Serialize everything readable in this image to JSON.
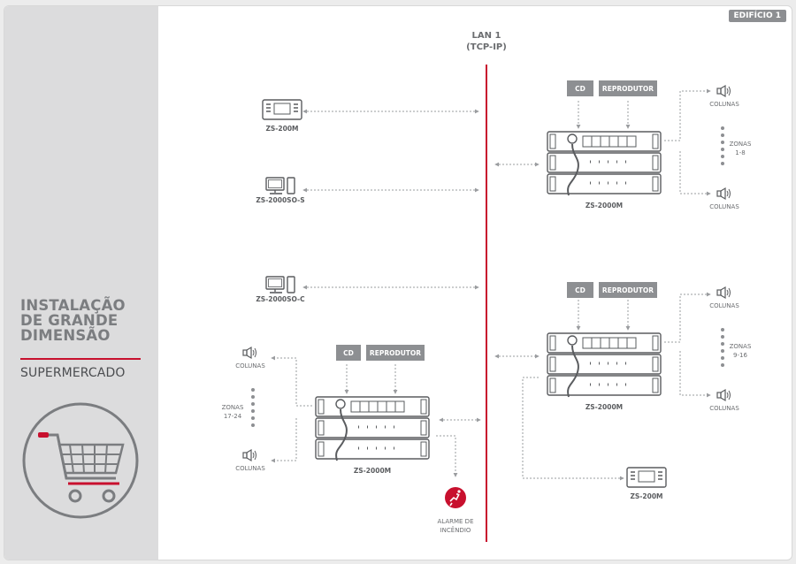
{
  "side": {
    "title_lines": [
      "INSTALAÇÃO",
      "DE GRANDE",
      "DIMENSÃO"
    ],
    "subtitle": "SUPERMERCADO"
  },
  "badge": "EDIFÍCIO 1",
  "lan": {
    "line1": "LAN 1",
    "line2": "(TCP-IP)"
  },
  "devices": {
    "zs200m_top": "ZS-200M",
    "zs2000so_s": "ZS-2000SO-S",
    "zs2000so_c": "ZS-2000SO-C",
    "zs200m_bottom": "ZS-200M",
    "rack_top": "ZS-2000M",
    "rack_mid": "ZS-2000M",
    "rack_left": "ZS-2000M"
  },
  "boxes": {
    "cd": "CD",
    "reprodutor": "REPRODUTOR"
  },
  "speakers": {
    "label": "COLUNAS"
  },
  "zones": {
    "top_word": "ZONAS",
    "top_range": "1-8",
    "mid_word": "ZONAS",
    "mid_range": "9-16",
    "left_word": "ZONAS",
    "left_range": "17-24"
  },
  "fire": {
    "line1": "ALARME DE",
    "line2": "INCÊNDIO"
  },
  "colors": {
    "accent": "#c8102e",
    "panel": "#dcdcdd",
    "box": "#8d8f92"
  }
}
